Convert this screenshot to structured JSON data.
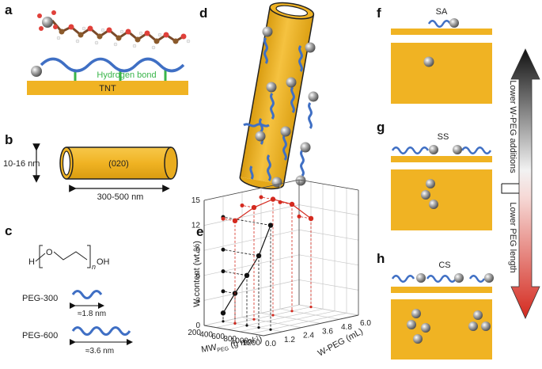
{
  "panel_labels": {
    "a": "a",
    "b": "b",
    "c": "c",
    "d": "d",
    "e": "e",
    "f": "f",
    "g": "g",
    "h": "h"
  },
  "panel_a": {
    "bond_label": "Hydrogen bond",
    "substrate": "TNT"
  },
  "panel_b": {
    "diameter": "10-16 nm",
    "facet": "(020)",
    "length": "300-500 nm"
  },
  "panel_c": {
    "formula_left": "H",
    "formula_o": "O",
    "formula_n": "n",
    "formula_right": "OH",
    "peg300_label": "PEG-300",
    "peg300_size": "≈1.8 nm",
    "peg600_label": "PEG-600",
    "peg600_size": "≈3.6 nm"
  },
  "panel_fgh": {
    "f_title": "SA",
    "g_title": "SS",
    "h_title": "CS",
    "arrow_top": "Lower W-PEG additions",
    "arrow_bottom": "Lower PEG length",
    "colors": {
      "gold": "#f0b323",
      "peg": "#3f6fc4",
      "arrow_top": "#111111",
      "arrow_bottom": "#d42a1f"
    }
  },
  "chart_data": {
    "type": "scatter",
    "projection": "3d",
    "title": "",
    "zlabel": "W content (wt.%)",
    "xlabel_main": "MW",
    "xlabel_sub": "PEG",
    "xlabel_unit": " (g mol",
    "xlabel_sup": "-1",
    "xlabel_end": ")",
    "ylabel": "W-PEG (mL)",
    "z_ticks": [
      "0",
      "3",
      "6",
      "9",
      "12",
      "15"
    ],
    "x_ticks": [
      "200",
      "400",
      "600",
      "800",
      "1000",
      "1200"
    ],
    "y_ticks": [
      "0.0",
      "1.2",
      "2.4",
      "3.6",
      "4.8",
      "6.0"
    ],
    "zlim": [
      0,
      15
    ],
    "xlim": [
      200,
      1200
    ],
    "ylim": [
      0,
      6
    ],
    "series": [
      {
        "color": "#111111",
        "x": [
          200,
          400,
          600,
          800,
          1000
        ],
        "y": [
          1.2,
          1.2,
          1.2,
          1.2,
          1.2
        ],
        "z": [
          1.0,
          3.6,
          6.0,
          8.6,
          12.5
        ]
      },
      {
        "color": "#d42a1f",
        "x": [
          400,
          400,
          400,
          400,
          400
        ],
        "y": [
          1.2,
          2.4,
          3.6,
          4.8,
          6.0
        ],
        "z": [
          12.3,
          13.4,
          13.9,
          12.8,
          10.6
        ]
      }
    ]
  }
}
